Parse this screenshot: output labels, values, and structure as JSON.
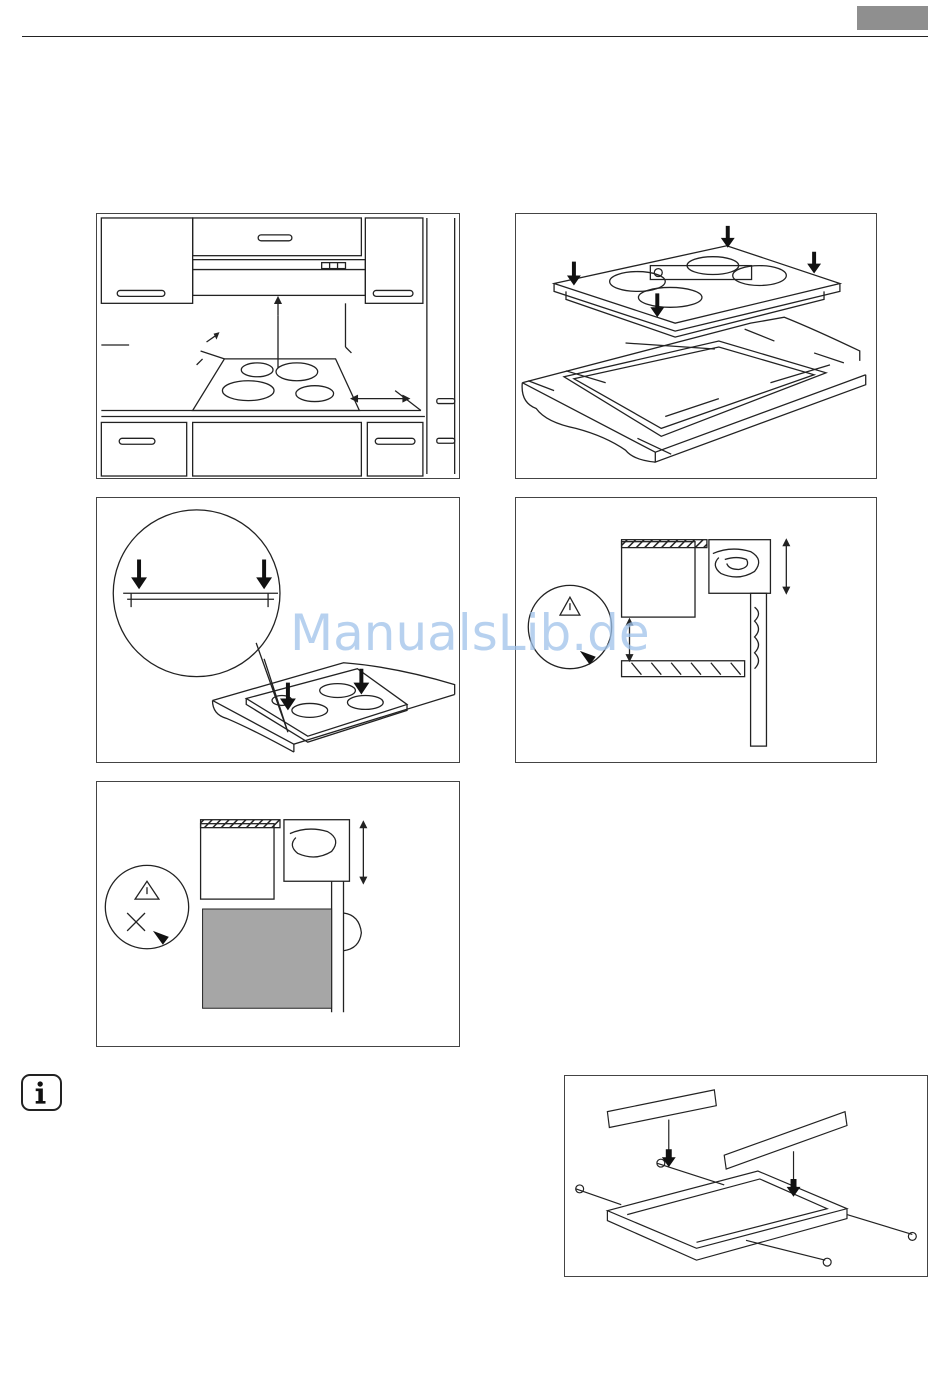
{
  "page": {
    "tab_color": "#8f8f8f",
    "watermark": "ManualsLib.de",
    "watermark_color": "#9fc2ea"
  },
  "figures": [
    {
      "id": "kitchen-clearances",
      "icon": "hob-in-kitchen-illustration"
    },
    {
      "id": "hob-placement",
      "icon": "hob-lowered-into-cutout-illustration"
    },
    {
      "id": "seal-application",
      "icon": "magnified-seal-detail-illustration"
    },
    {
      "id": "drawer-clearance",
      "icon": "drawer-below-worktop-illustration"
    },
    {
      "id": "oven-clearance",
      "icon": "oven-below-worktop-illustration"
    },
    {
      "id": "protection-box",
      "icon": "protection-box-assembly-illustration"
    }
  ],
  "info": {
    "icon": "info-icon"
  }
}
